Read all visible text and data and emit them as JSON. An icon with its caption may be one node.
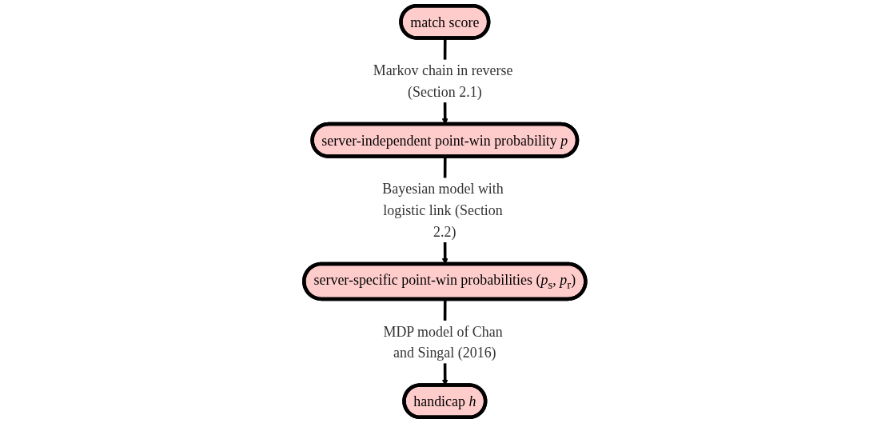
{
  "diagram": {
    "nodes": [
      {
        "text": [
          "match score"
        ]
      },
      {
        "text": [
          "server-independent point-win probability *p*"
        ]
      },
      {
        "text": [
          "server-specific point-win probabilities (*p*$_{s}$, *p*$_{r}$)"
        ]
      },
      {
        "text": [
          "handicap *h*"
        ]
      }
    ],
    "edges": [
      {
        "from": 0,
        "to": 1,
        "arrow": "to",
        "label": "Markov chain in reverse (Section 2.1)"
      },
      {
        "from": 1,
        "to": 2,
        "arrow": "to",
        "label": "Bayesian model with logistic link (Section 2.2)"
      },
      {
        "from": 2,
        "to": 3,
        "arrow": "to",
        "label": "MDP model of Chan and Singal (2016)"
      }
    ]
  }
}
